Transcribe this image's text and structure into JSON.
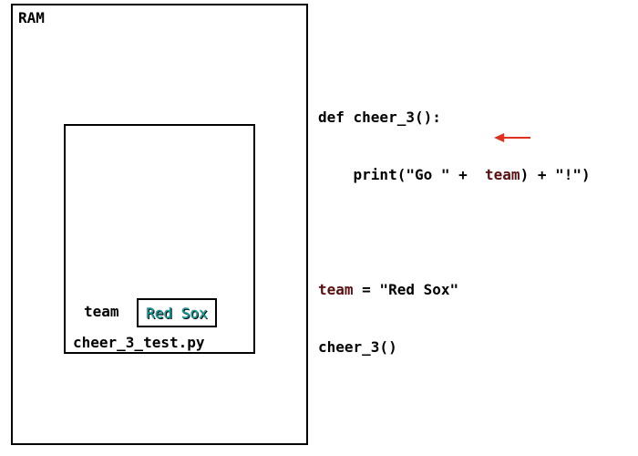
{
  "ram": {
    "label": "RAM"
  },
  "module": {
    "label": "cheer_3_test.py",
    "variable": {
      "name": "team",
      "value": "Red Sox"
    }
  },
  "code": {
    "line1": "def cheer_3():",
    "line2_pre": "    print(\"Go \" +  ",
    "line2_var": "team",
    "line2_post": ") + \"!\")",
    "line4_var": "team",
    "line4_post": " = \"Red Sox\"",
    "line5": "cheer_3()"
  },
  "colors": {
    "arrow": "#e0301e",
    "value_text": "#0aa6a6",
    "variable_text": "#5a0f12"
  }
}
